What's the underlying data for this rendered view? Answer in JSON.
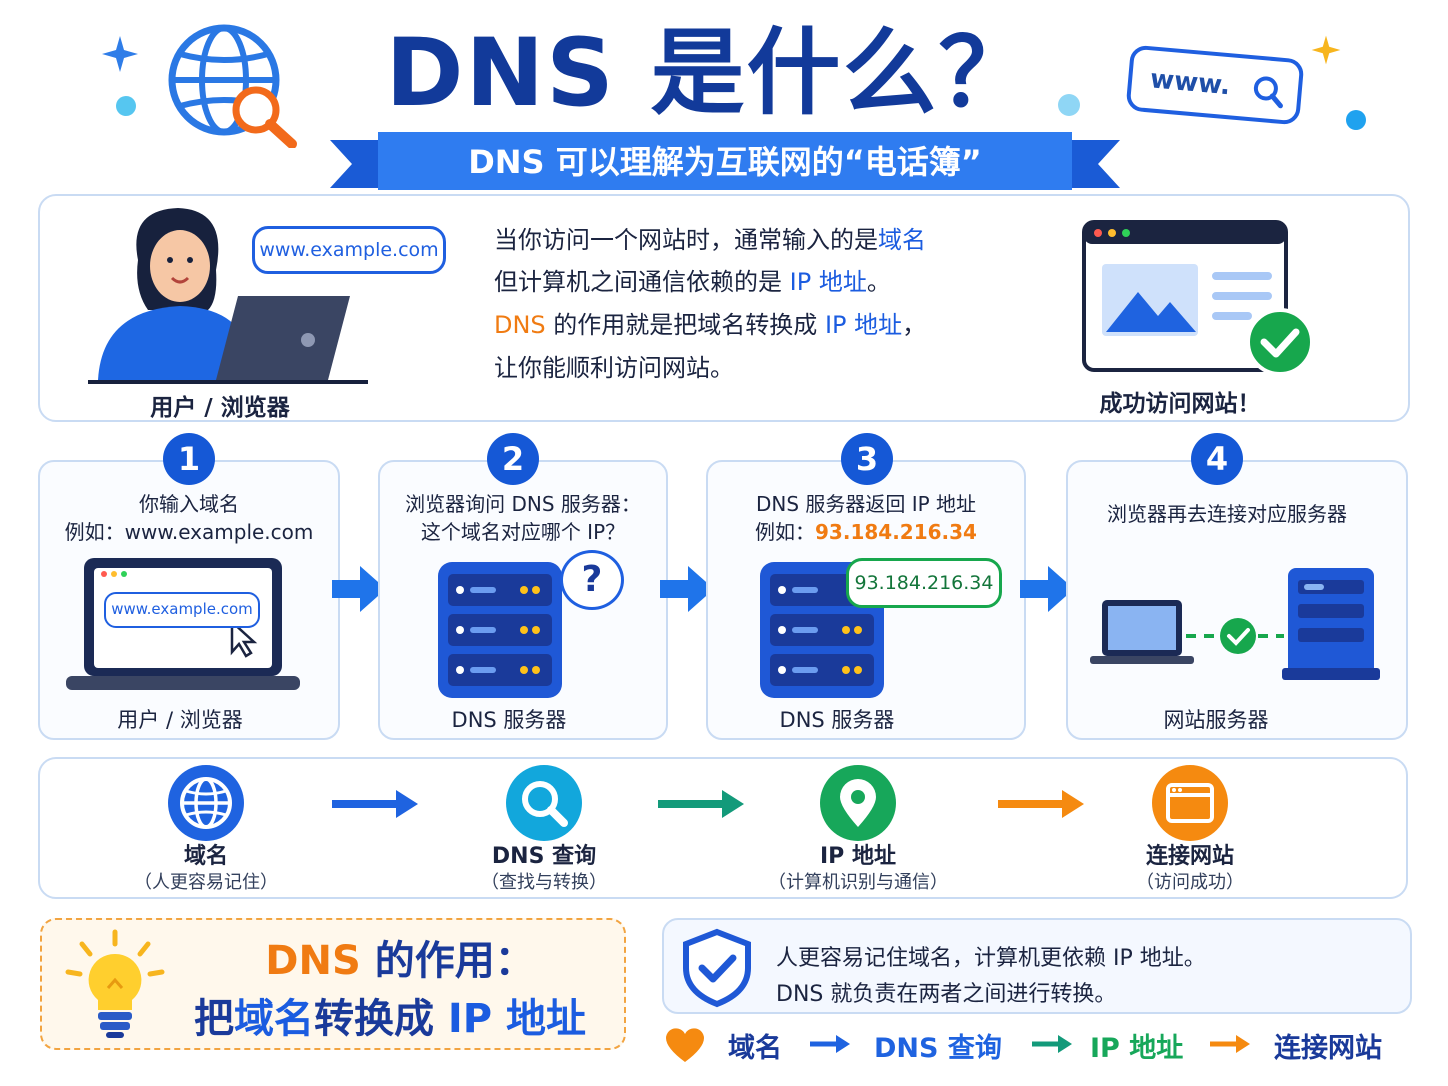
{
  "header": {
    "title": "DNS 是什么？",
    "subtitle": "DNS 可以理解为互联网的“电话簿”",
    "search_box_text": "www."
  },
  "intro": {
    "user_url_bubble": "www.example.com",
    "user_caption": "用户 / 浏览器",
    "line1_prefix": "当你访问一个网站时，通常输入的是",
    "line1_highlight": "域名",
    "line2_prefix": "但计算机之间通信依赖的是 ",
    "line2_highlight": "IP 地址",
    "line2_suffix": "。",
    "line3_dns": "DNS",
    "line3_mid": " 的作用就是把域名转换成 ",
    "line3_highlight": "IP 地址",
    "line3_suffix": "，",
    "line4": "让你能顺利访问网站。",
    "success_caption": "成功访问网站！"
  },
  "steps": [
    {
      "number": "1",
      "line1": "你输入域名",
      "line2": "例如：www.example.com",
      "bubble": "www.example.com",
      "caption": "用户 / 浏览器"
    },
    {
      "number": "2",
      "line1": "浏览器询问 DNS 服务器：",
      "line2": "这个域名对应哪个 IP？",
      "bubble": "?",
      "caption": "DNS 服务器"
    },
    {
      "number": "3",
      "line1": "DNS 服务器返回 IP 地址",
      "line2_prefix": "例如：",
      "line2_value": "93.184.216.34",
      "bubble": "93.184.216.34",
      "caption": "DNS 服务器"
    },
    {
      "number": "4",
      "line1": "浏览器再去连接对应服务器",
      "caption": "网站服务器"
    }
  ],
  "flow": [
    {
      "label": "域名",
      "sub": "（人更容易记住）",
      "icon": "globe-icon",
      "color": "#1f63e0"
    },
    {
      "label": "DNS 查询",
      "sub": "（查找与转换）",
      "icon": "magnifier-icon",
      "color": "#12a7dc"
    },
    {
      "label": "IP 地址",
      "sub": "（计算机识别与通信）",
      "icon": "location-pin-icon",
      "color": "#17a75a"
    },
    {
      "label": "连接网站",
      "sub": "（访问成功）",
      "icon": "browser-window-icon",
      "color": "#f58a10"
    }
  ],
  "tip": {
    "line1_dns": "DNS",
    "line1_rest": " 的作用：",
    "line2_a": "把",
    "line2_b": "域名",
    "line2_c": "转换成 ",
    "line2_d": "IP 地址"
  },
  "note": {
    "line1": "人更容易记住域名，计算机更依赖  IP 地址。",
    "line2": "DNS 就负责在两者之间进行转换。"
  },
  "chain": [
    "域名",
    "DNS 查询",
    "IP 地址",
    "连接网站"
  ]
}
